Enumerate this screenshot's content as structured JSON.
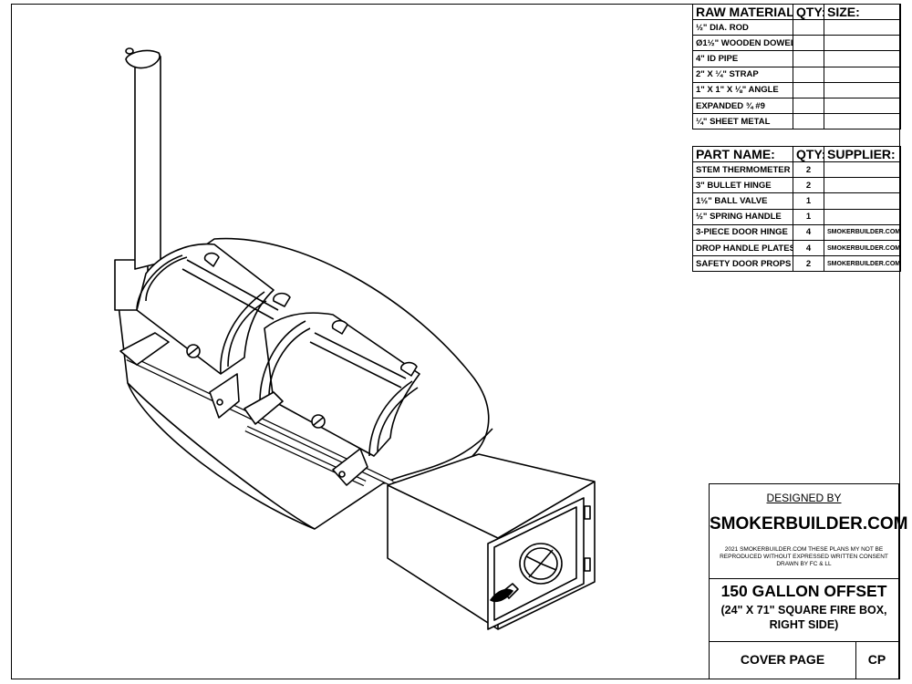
{
  "raw_materials": {
    "headers": [
      "RAW MATERIAL:",
      "QTY:",
      "SIZE:"
    ],
    "rows": [
      {
        "name": "½\" DIA. ROD",
        "qty": "",
        "size": ""
      },
      {
        "name": "Ø1½\" WOODEN DOWEL",
        "qty": "",
        "size": ""
      },
      {
        "name": "4\" ID PIPE",
        "qty": "",
        "size": ""
      },
      {
        "name": "2\" X ¼\" STRAP",
        "qty": "",
        "size": ""
      },
      {
        "name": "1\" X 1\" X ⅛\" ANGLE",
        "qty": "",
        "size": ""
      },
      {
        "name": "EXPANDED ¾ #9",
        "qty": "",
        "size": ""
      },
      {
        "name": "¼\" SHEET METAL",
        "qty": "",
        "size": ""
      }
    ]
  },
  "parts": {
    "headers": [
      "PART NAME:",
      "QTY:",
      "SUPPLIER:"
    ],
    "rows": [
      {
        "name": "STEM THERMOMETER",
        "qty": "2",
        "supplier": ""
      },
      {
        "name": "3\" BULLET HINGE",
        "qty": "2",
        "supplier": ""
      },
      {
        "name": "1½\" BALL VALVE",
        "qty": "1",
        "supplier": ""
      },
      {
        "name": "½\" SPRING HANDLE",
        "qty": "1",
        "supplier": ""
      },
      {
        "name": "3-PIECE DOOR HINGE",
        "qty": "4",
        "supplier": "SMOKERBUILDER.COM"
      },
      {
        "name": "DROP HANDLE PLATES",
        "qty": "4",
        "supplier": "SMOKERBUILDER.COM"
      },
      {
        "name": "SAFETY DOOR PROPS",
        "qty": "2",
        "supplier": "SMOKERBUILDER.COM"
      }
    ]
  },
  "title_block": {
    "designed_by": "DESIGNED BY",
    "company": "SMOKERBUILDER.COM",
    "notice_line1": "2021 SMOKERBUILDER.COM THESE PLANS MY NOT BE",
    "notice_line2": "REPRODUCED WITHOUT EXPRESSED WRITTEN CONSENT",
    "notice_line3": "DRAWN BY FC & LL",
    "title": "150 GALLON OFFSET",
    "subtitle_line1": "(24\" X 71\" SQUARE FIRE BOX,",
    "subtitle_line2": "RIGHT SIDE)",
    "page_name": "COVER PAGE",
    "page_code": "CP"
  }
}
